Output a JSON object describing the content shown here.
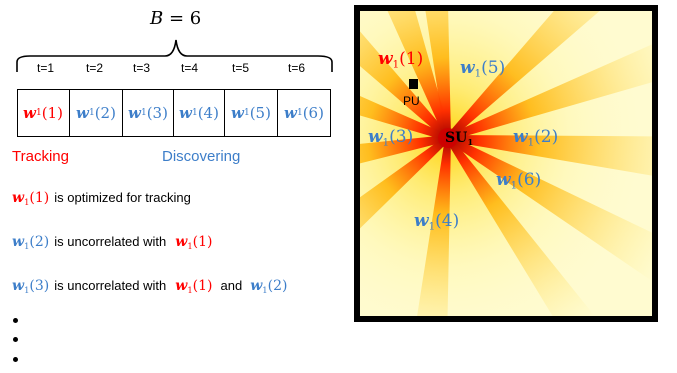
{
  "budget": {
    "symbol": "B",
    "eq": "= 6"
  },
  "slot_times": [
    "t=1",
    "t=2",
    "t=3",
    "t=4",
    "t=5",
    "t=6"
  ],
  "weights": [
    {
      "w": "w",
      "sub": "1",
      "arg": "(1)"
    },
    {
      "w": "w",
      "sub": "1",
      "arg": "(2)"
    },
    {
      "w": "w",
      "sub": "1",
      "arg": "(3)"
    },
    {
      "w": "w",
      "sub": "1",
      "arg": "(4)"
    },
    {
      "w": "w",
      "sub": "1",
      "arg": "(5)"
    },
    {
      "w": "w",
      "sub": "1",
      "arg": "(6)"
    }
  ],
  "phases": {
    "tracking": "Tracking",
    "discovering": "Discovering"
  },
  "statements": {
    "s1_text": "is optimized for tracking",
    "s2_text": "is uncorrelated with",
    "s3_text": "is uncorrelated with",
    "and": "and"
  },
  "map": {
    "pu_label": "PU",
    "su_label": "SU",
    "su_sub": "1"
  },
  "colors": {
    "tracking": "#ff0000",
    "discovering": "#3d7ec9",
    "beam_core": "#c00000",
    "beam_glow": "#ffd000",
    "background": "#fffbd0"
  }
}
